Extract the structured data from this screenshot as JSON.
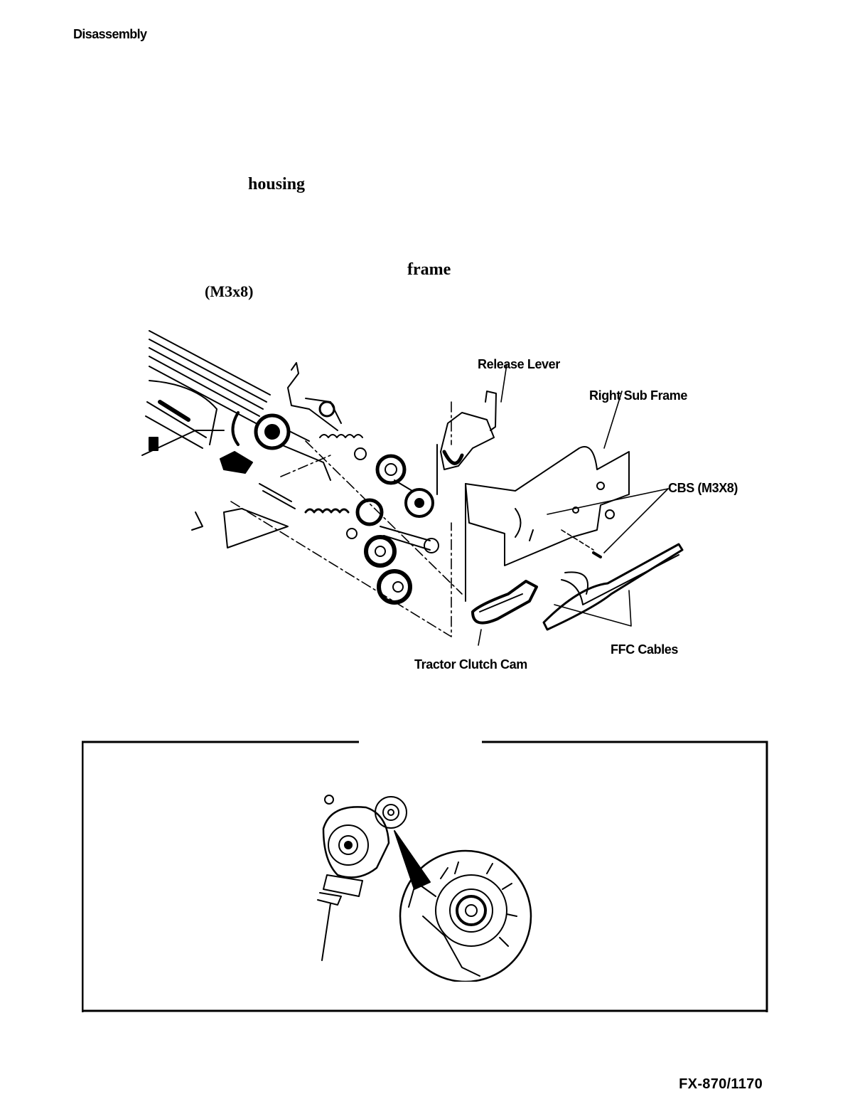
{
  "header": {
    "section": "Disassembly"
  },
  "body_fragments": {
    "housing": "housing",
    "frame": "frame",
    "screw_spec": "(M3x8)"
  },
  "figure_main": {
    "labels": {
      "release_lever": "Release Lever",
      "right_sub_frame": "Right Sub Frame",
      "cbs": "CBS (M3X8)",
      "ffc_cables": "FFC Cables",
      "tractor_clutch_cam": "Tractor Clutch Cam"
    }
  },
  "footer": {
    "model": "FX-870/1170"
  }
}
